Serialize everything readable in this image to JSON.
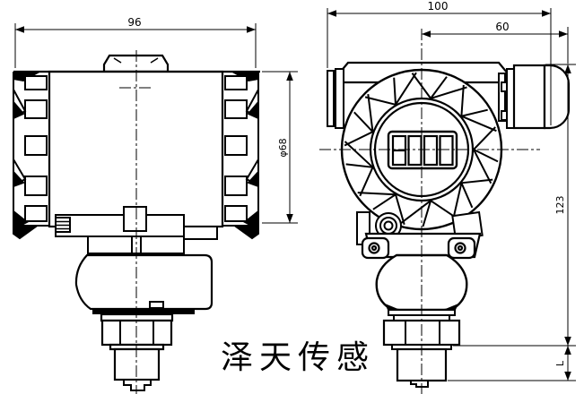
{
  "watermark": {
    "text": "泽天传感",
    "color": "#e5e5e5"
  },
  "side_view": {
    "dim_width": "96",
    "dim_diameter": "φ68"
  },
  "front_view": {
    "dim_total_width": "100",
    "dim_gland_width": "60",
    "dim_height": "123",
    "dim_thread_length": "L"
  },
  "colors": {
    "line": "#000000",
    "background": "#ffffff"
  }
}
